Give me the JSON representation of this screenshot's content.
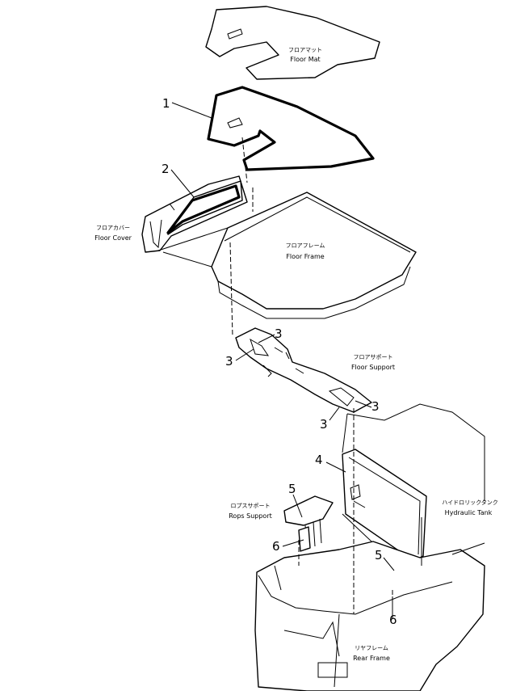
{
  "labels": {
    "floor_mat": {
      "jp": "フロアマット",
      "en": "Floor Mat"
    },
    "floor_cover": {
      "jp": "フロアカバー",
      "en": "Floor Cover"
    },
    "floor_frame": {
      "jp": "フロアフレーム",
      "en": "Floor Frame"
    },
    "floor_support": {
      "jp": "フロアサポート",
      "en": "Floor Support"
    },
    "rops_support": {
      "jp": "ロプスサポート",
      "en": "Rops Support"
    },
    "hydraulic_tank": {
      "jp": "ハイドロリックタンク",
      "en": "Hydraulic Tank"
    },
    "rear_frame": {
      "jp": "リヤフレーム",
      "en": "Rear Frame"
    }
  },
  "callouts": {
    "c1": "1",
    "c2": "2",
    "c3a": "3",
    "c3b": "3",
    "c3c": "3",
    "c3d": "3",
    "c4": "4",
    "c5a": "5",
    "c5b": "5",
    "c6a": "6",
    "c6b": "6"
  }
}
